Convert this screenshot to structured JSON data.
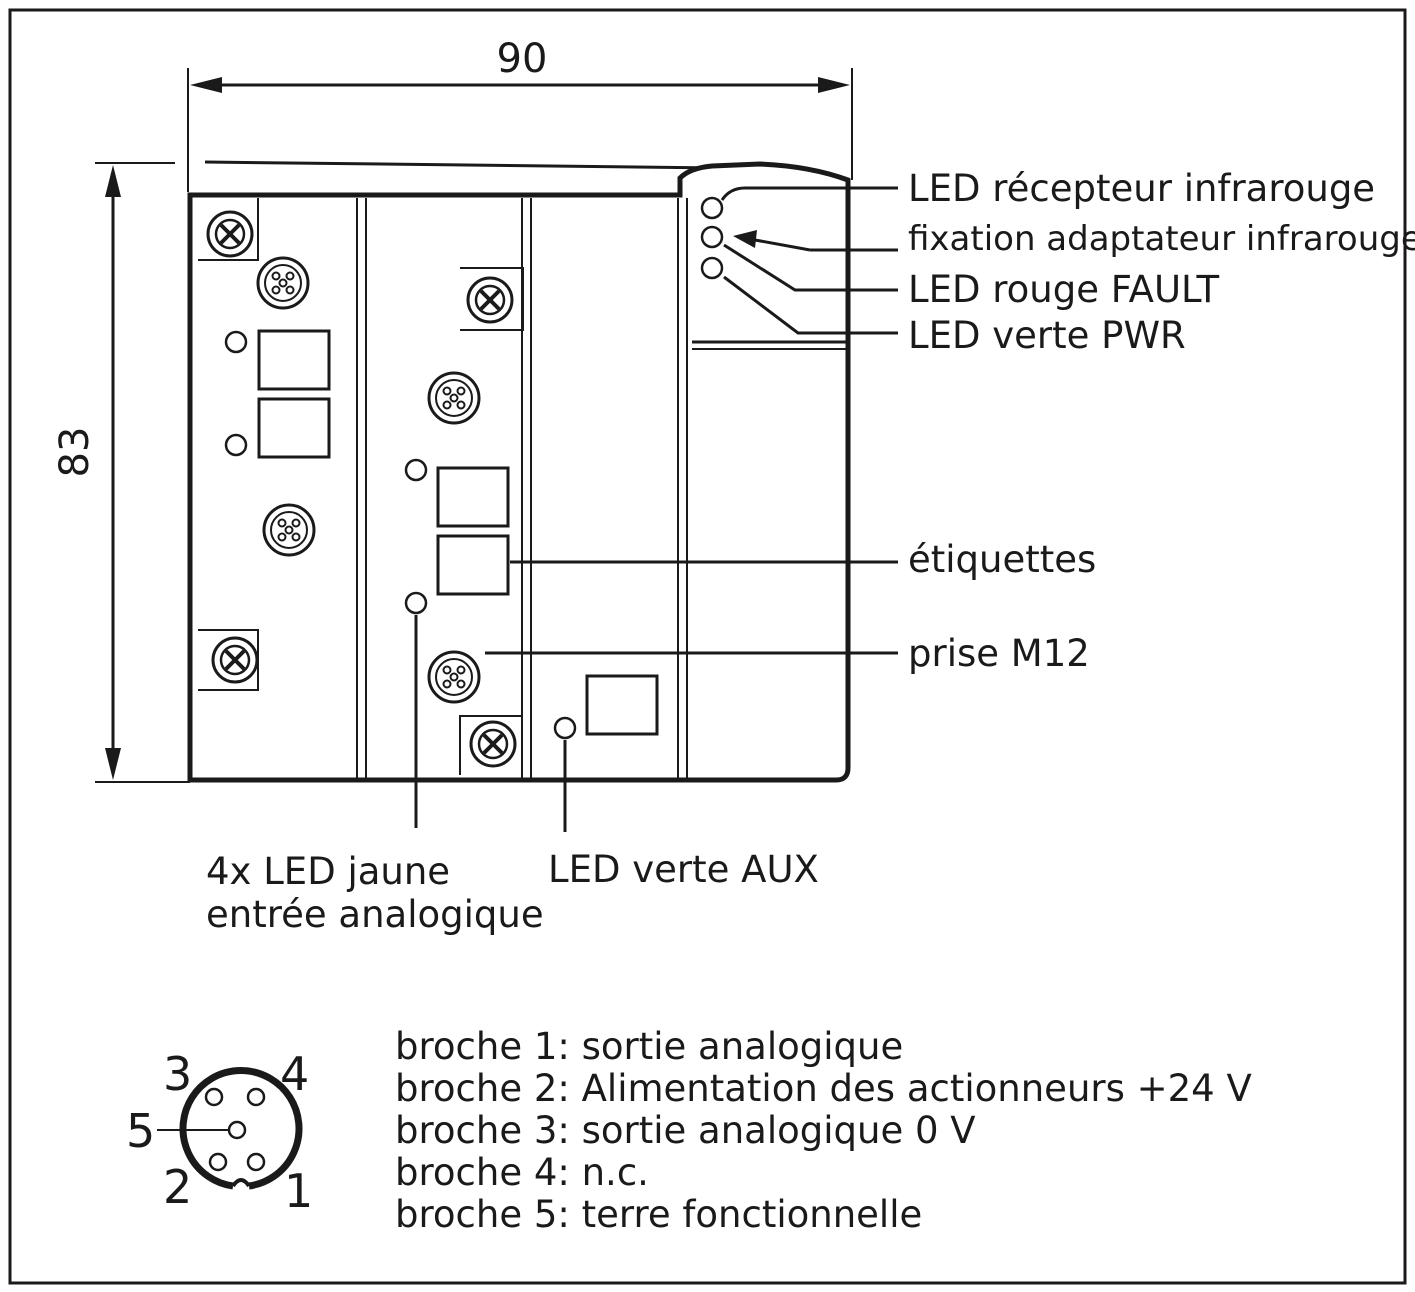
{
  "dimensions": {
    "width": "90",
    "height": "83"
  },
  "callouts": {
    "led_ir_receiver": "LED récepteur infrarouge",
    "ir_adapter_mount": "fixation adaptateur infrarouge",
    "led_red_fault": "LED rouge FAULT",
    "led_green_pwr": "LED verte PWR",
    "labels": "étiquettes",
    "m12_socket": "prise M12",
    "led_yellow_line1": "4x LED jaune",
    "led_yellow_line2": "entrée analogique",
    "led_green_aux": "LED verte AUX"
  },
  "connector": {
    "pin_numbers": [
      "3",
      "4",
      "5",
      "2",
      "1"
    ]
  },
  "pinout": [
    "broche 1: sortie analogique",
    "broche 2: Alimentation des actionneurs +24 V",
    "broche 3: sortie analogique 0 V",
    "broche 4: n.c.",
    "broche 5: terre fonctionnelle"
  ]
}
